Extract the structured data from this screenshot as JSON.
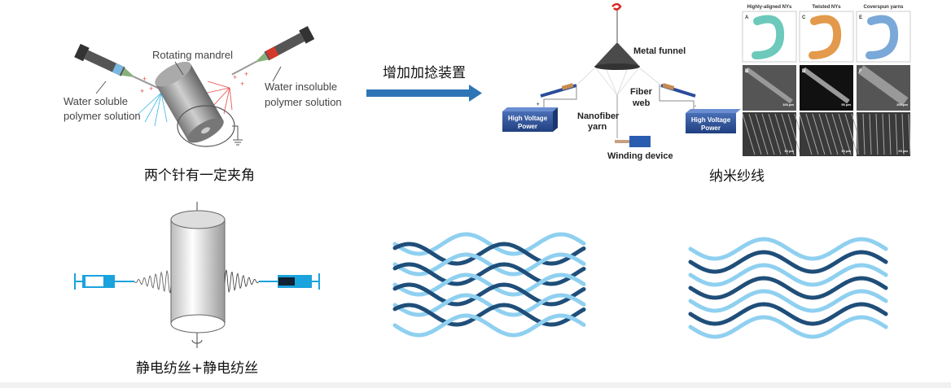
{
  "left_top": {
    "mandrel_label": "Rotating mandrel",
    "soluble_label_1": "Water soluble",
    "soluble_label_2": "polymer solution",
    "insoluble_label_1": "Water insoluble",
    "insoluble_label_2": "polymer solution",
    "caption": "两个针有一定夹角"
  },
  "arrow": {
    "label": "增加加捻装置",
    "color": "#2e75b6"
  },
  "funnel": {
    "metal_funnel": "Metal funnel",
    "fiber_web_1": "Fiber",
    "fiber_web_2": "web",
    "nanofiber_yarn_1": "Nanofiber",
    "nanofiber_yarn_2": "yarn",
    "winding_device": "Winding device",
    "hv_left_1": "High Voltage",
    "hv_left_2": "Power",
    "hv_right_1": "High Voltage",
    "hv_right_2": "Power",
    "plus": "+",
    "minus": "-",
    "caption": "纳米纱线"
  },
  "panels": {
    "headers": [
      "Highly-aligned NYs",
      "Twisted NYs",
      "Coverspun yarns"
    ],
    "letters": [
      "A",
      "C",
      "E",
      "B",
      "D",
      "F"
    ],
    "scales_mid": [
      "100 μm",
      "50 μm",
      "200 μm"
    ],
    "scales_bottom": [
      "10 μm",
      "10 μm",
      "20 μm"
    ]
  },
  "bottom_left": {
    "caption": "静电纺丝+静电纺丝"
  },
  "colors": {
    "dark_wave": "#1f4e79",
    "light_wave": "#8fd0f0",
    "syringe_blue": "#1aa3dd"
  }
}
